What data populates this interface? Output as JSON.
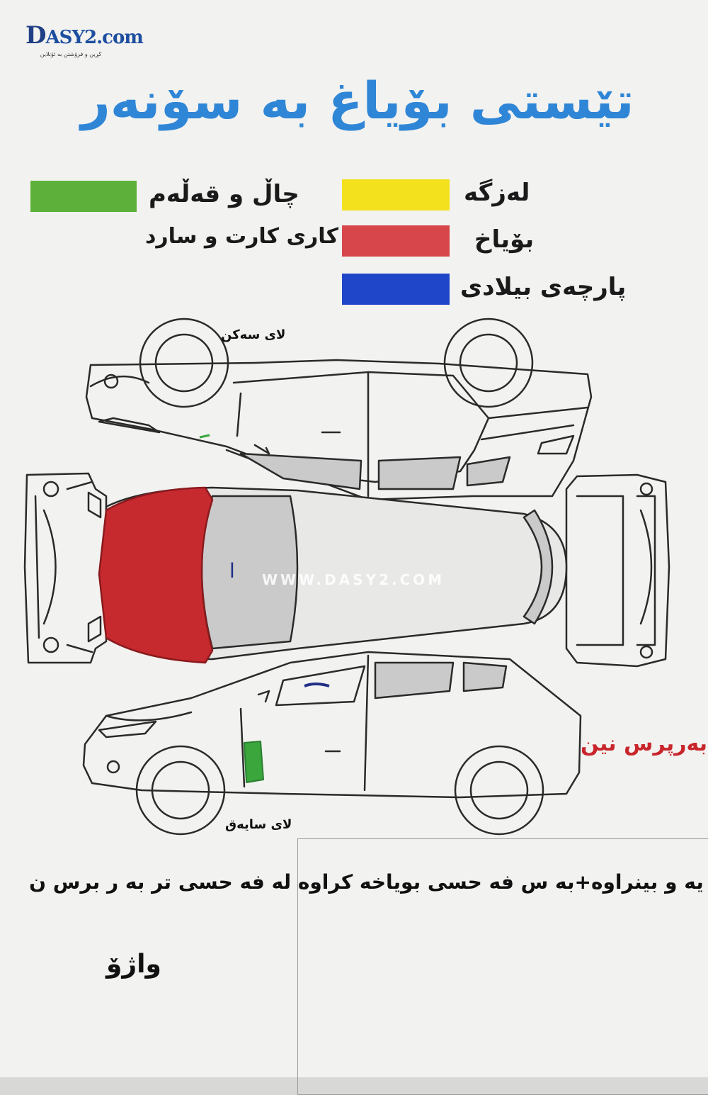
{
  "logo": {
    "brand": "ASY2.com",
    "brand_initial": "D",
    "tagline": "کڕین و فرۆشتن بە ئۆنلاین"
  },
  "title": "تێستی بۆیاغ بە سۆنەر",
  "legend": [
    {
      "label": "لەزگە",
      "color": "#f4e11e"
    },
    {
      "label": "بۆیاخ",
      "color": "#d6464b"
    },
    {
      "label": "پارچەی بیلادی",
      "color": "#1f46c8"
    },
    {
      "label": "چاڵ و قەڵەم",
      "color": "#5db03a"
    },
    {
      "label": "کاری کارت و سارد",
      "color": null
    }
  ],
  "diagram": {
    "top_side_label": "لای سەکن",
    "bottom_side_label": "لای سایەق",
    "hood_marker": "ا",
    "watermark": "WWW.DASY2.COM",
    "colors": {
      "paint": "#c62a2e",
      "scratch": "#3aa63c",
      "outline": "#2a2a2a",
      "glass": "#c9c9c9"
    }
  },
  "disclaimer": "بەرپرس نین",
  "note": "ە یە و بینراوە+بە س فە حسی بویاخە کراوە لە فە حسی  تر بە ر برس ن",
  "brand_name": "واژۆ"
}
